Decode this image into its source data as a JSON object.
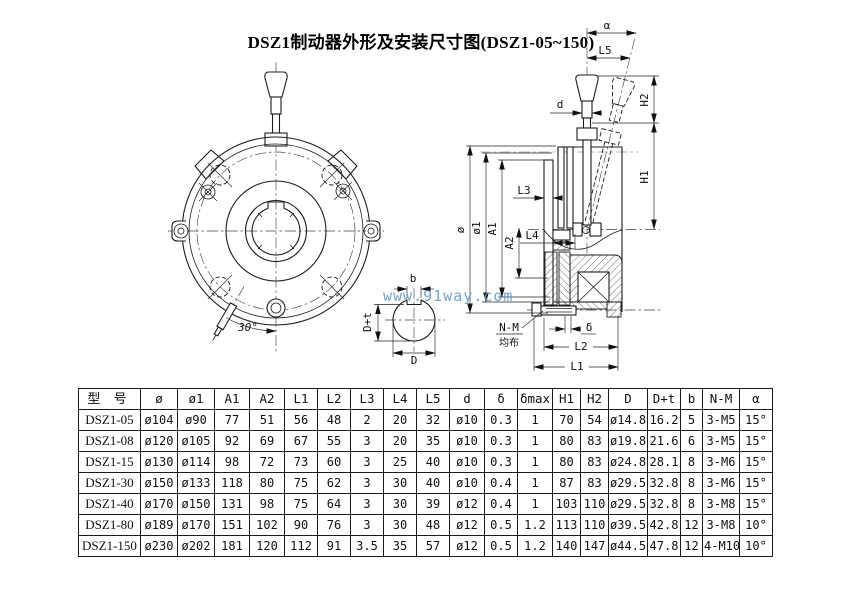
{
  "title": "DSZ1制动器外形及安装尺寸图(DSZ1-05~150)",
  "watermark": "www.91way.com",
  "colors": {
    "line": "#1c1c1c",
    "watermark": "#5E97D0",
    "phantom": "#9a9a9a"
  },
  "drawing": {
    "front_view": {
      "angle_label": "30°"
    },
    "shaft_detail": {
      "labels": {
        "b": "b",
        "d_plus_t": "D+t",
        "d": "D"
      }
    },
    "section_view": {
      "labels": {
        "alpha": "α",
        "l5": "L5",
        "d": "d",
        "h2": "H2",
        "h1": "H1",
        "phi": "ø",
        "phi1": "ø1",
        "a1": "A1",
        "a2": "A2",
        "l3": "L3",
        "l4": "L4",
        "n_m": "N-M",
        "n_m_note": "均布",
        "delta": "δ",
        "l2": "L2",
        "l1": "L1"
      }
    }
  },
  "table": {
    "headers": [
      "型 号",
      "ø",
      "ø1",
      "A1",
      "A2",
      "L1",
      "L2",
      "L3",
      "L4",
      "L5",
      "d",
      "δ",
      "δmax",
      "H1",
      "H2",
      "D",
      "D+t",
      "b",
      "N-M",
      "α"
    ],
    "rows": [
      [
        "DSZ1-05",
        "ø104",
        "ø90",
        "77",
        "51",
        "56",
        "48",
        "2",
        "20",
        "32",
        "ø10",
        "0.3",
        "1",
        "70",
        "54",
        "ø14.8",
        "16.2",
        "5",
        "3-M5",
        "15°"
      ],
      [
        "DSZ1-08",
        "ø120",
        "ø105",
        "92",
        "69",
        "67",
        "55",
        "3",
        "20",
        "35",
        "ø10",
        "0.3",
        "1",
        "80",
        "83",
        "ø19.8",
        "21.6",
        "6",
        "3-M5",
        "15°"
      ],
      [
        "DSZ1-15",
        "ø130",
        "ø114",
        "98",
        "72",
        "73",
        "60",
        "3",
        "25",
        "40",
        "ø10",
        "0.3",
        "1",
        "80",
        "83",
        "ø24.8",
        "28.1",
        "8",
        "3-M6",
        "15°"
      ],
      [
        "DSZ1-30",
        "ø150",
        "ø133",
        "118",
        "80",
        "75",
        "62",
        "3",
        "30",
        "40",
        "ø10",
        "0.4",
        "1",
        "87",
        "83",
        "ø29.5",
        "32.8",
        "8",
        "3-M6",
        "15°"
      ],
      [
        "DSZ1-40",
        "ø170",
        "ø150",
        "131",
        "98",
        "75",
        "64",
        "3",
        "30",
        "39",
        "ø12",
        "0.4",
        "1",
        "103",
        "110",
        "ø29.5",
        "32.8",
        "8",
        "3-M8",
        "15°"
      ],
      [
        "DSZ1-80",
        "ø189",
        "ø170",
        "151",
        "102",
        "90",
        "76",
        "3",
        "30",
        "48",
        "ø12",
        "0.5",
        "1.2",
        "113",
        "110",
        "ø39.5",
        "42.8",
        "12",
        "3-M8",
        "10°"
      ],
      [
        "DSZ1-150",
        "ø230",
        "ø202",
        "181",
        "120",
        "112",
        "91",
        "3.5",
        "35",
        "57",
        "ø12",
        "0.5",
        "1.2",
        "140",
        "147",
        "ø44.5",
        "47.8",
        "12",
        "4-M10",
        "10°"
      ]
    ]
  }
}
